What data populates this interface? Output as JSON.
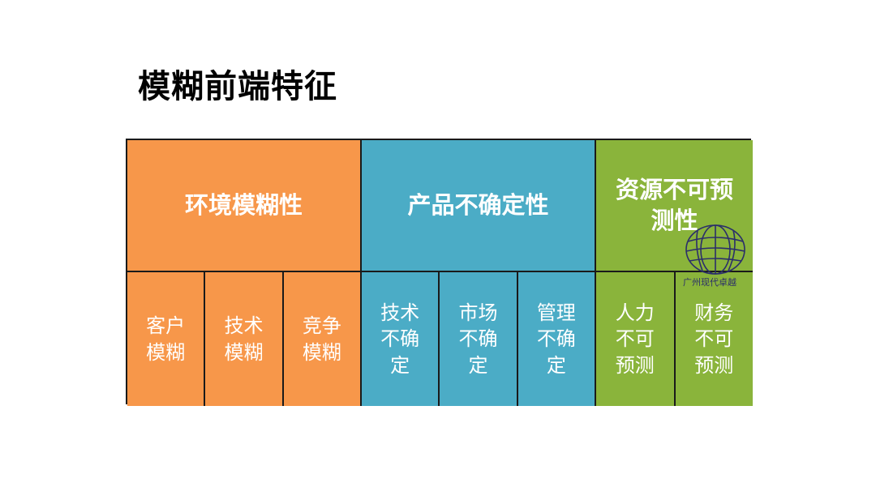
{
  "title": "模糊前端特征",
  "groups": [
    {
      "heading": "环境模糊性",
      "color": "#f7974a",
      "items": [
        "客户模糊",
        "技术模糊",
        "竞争模糊"
      ]
    },
    {
      "heading": "产品不确定性",
      "color": "#4bacc6",
      "items": [
        "技术不确定",
        "市场不确定",
        "管理不确定"
      ]
    },
    {
      "heading": "资源不可预测性",
      "color": "#8ab43b",
      "items": [
        "人力不可预测",
        "财务不可预测"
      ]
    }
  ],
  "watermark": {
    "text": "广州现代卓越",
    "icon": "globe-icon"
  }
}
